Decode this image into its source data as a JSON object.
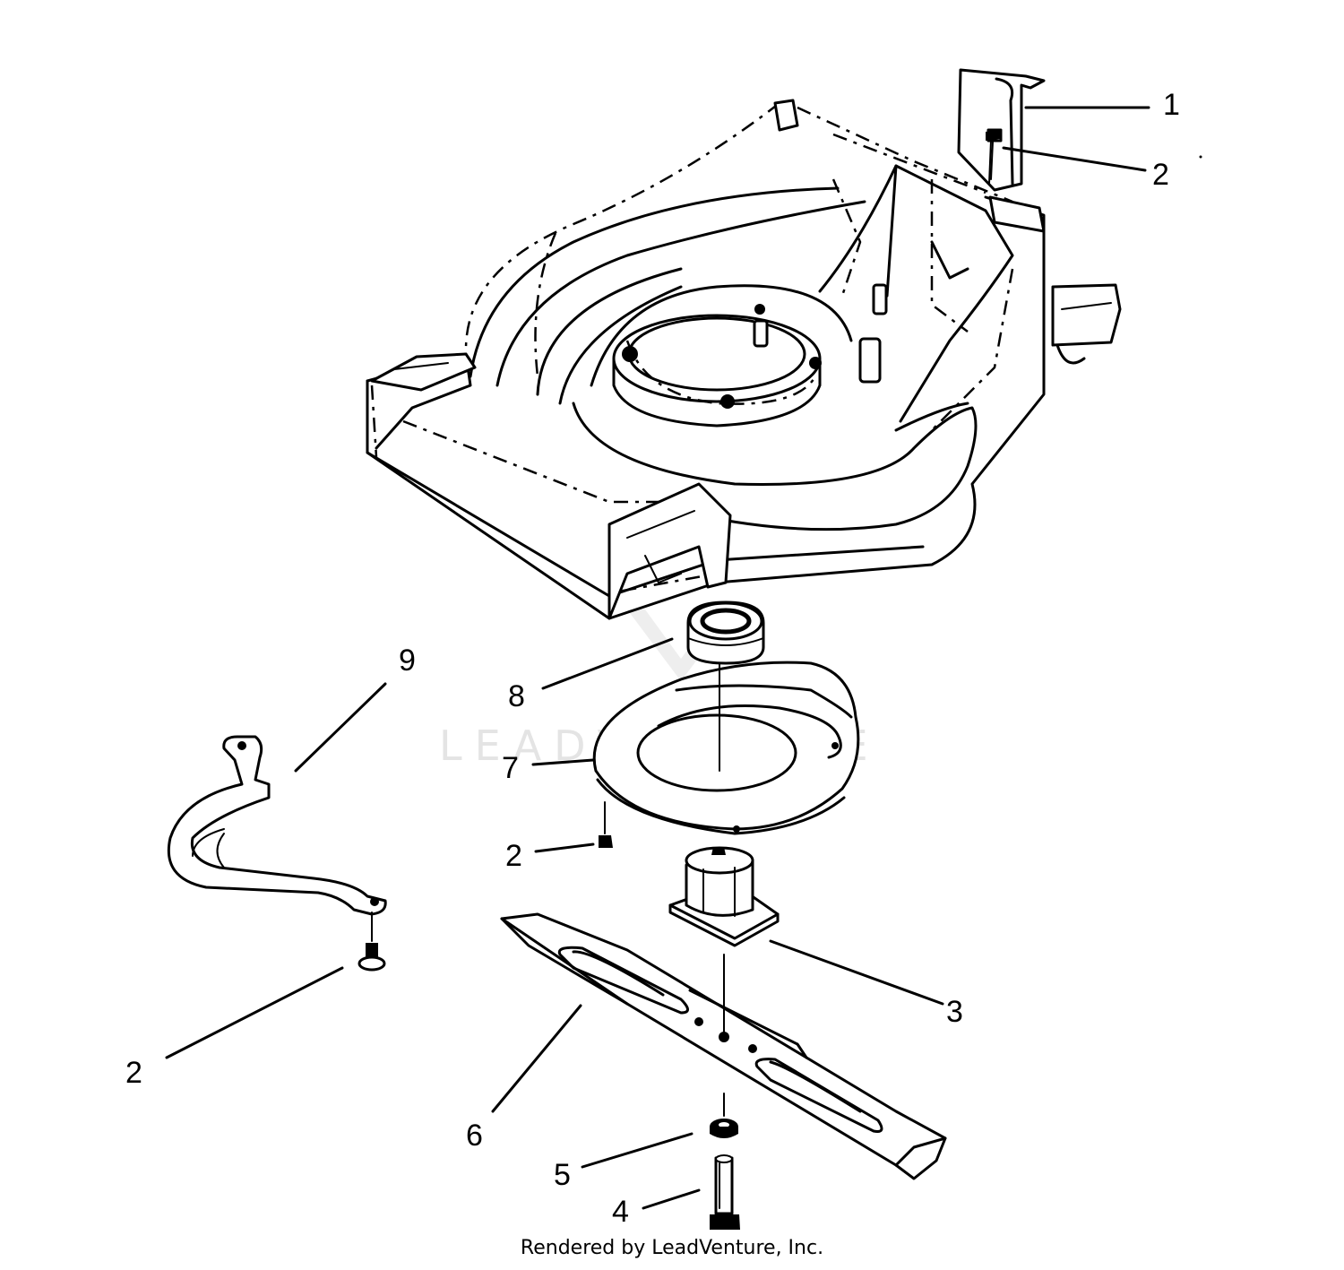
{
  "watermark": {
    "text": "LEADVENTURE"
  },
  "callouts": [
    {
      "id": "c1",
      "label": "1"
    },
    {
      "id": "c2a",
      "label": "2"
    },
    {
      "id": "c2b",
      "label": "2"
    },
    {
      "id": "c2c",
      "label": "2"
    },
    {
      "id": "c3",
      "label": "3"
    },
    {
      "id": "c4",
      "label": "4"
    },
    {
      "id": "c5",
      "label": "5"
    },
    {
      "id": "c6",
      "label": "6"
    },
    {
      "id": "c7",
      "label": "7"
    },
    {
      "id": "c8",
      "label": "8"
    },
    {
      "id": "c9",
      "label": "9"
    }
  ],
  "footer": {
    "text": "Rendered by LeadVenture, Inc."
  }
}
